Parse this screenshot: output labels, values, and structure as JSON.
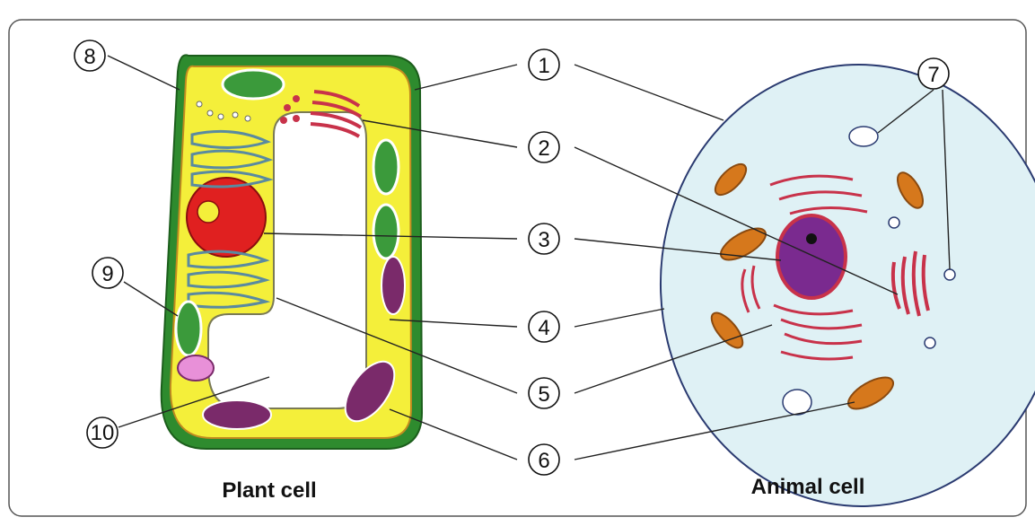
{
  "labels": {
    "n1": "1",
    "n2": "2",
    "n3": "3",
    "n4": "4",
    "n5": "5",
    "n6": "6",
    "n7": "7",
    "n8": "8",
    "n9": "9",
    "n10": "10"
  },
  "captions": {
    "plant": "Plant cell",
    "animal": "Animal cell"
  },
  "colors": {
    "cell_wall": "#2e8b2e",
    "cytoplasm_plant": "#f4ef3a",
    "cytoplasm_animal": "#dff1f5",
    "nucleus_plant": "#e02020",
    "nucleus_animal": "#7a2a8f",
    "mitochondria": "#d6781c",
    "er_golgi": "#c8324a",
    "chloroplast": "#3b9a3b"
  }
}
